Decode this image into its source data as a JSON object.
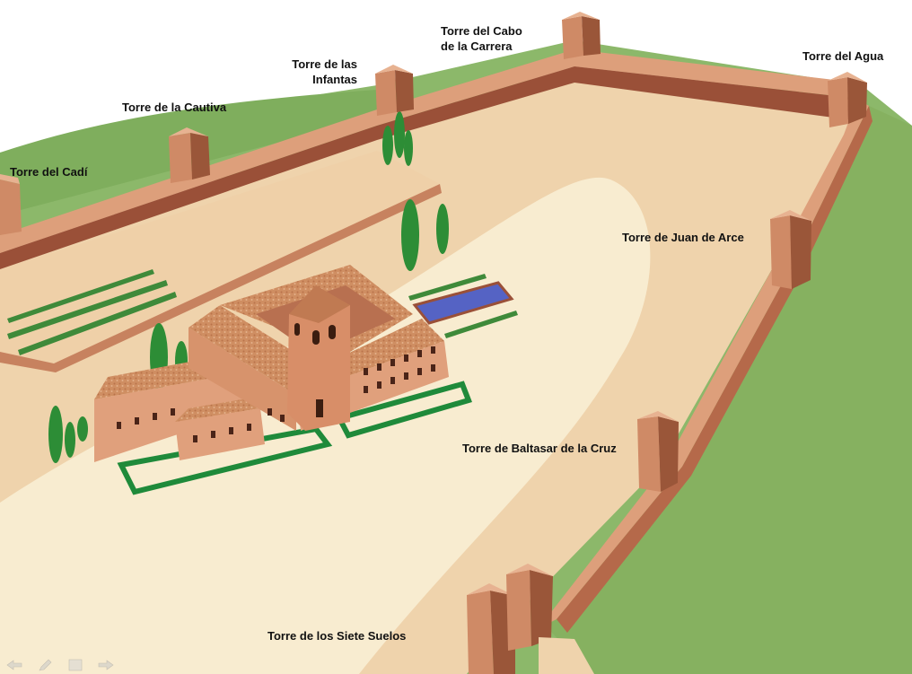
{
  "towers": {
    "cadi": "Torre del Cadí",
    "cautiva": "Torre de la Cautiva",
    "infantas_line1": "Torre de las",
    "infantas_line2": "Infantas",
    "cabo_line1": "Torre del Cabo",
    "cabo_line2": "de la Carrera",
    "agua": "Torre del Agua",
    "juan_arce": "Torre de Juan de Arce",
    "baltasar": "Torre de Baltasar de la Cruz",
    "siete_suelos": "Torre de los Siete Suelos"
  },
  "colors": {
    "grass": "#8cb86a",
    "ground": "#efd3ac",
    "path": "#f8ecd0",
    "wall_top": "#dd9f7b",
    "wall_side": "#9a5038",
    "tower": "#cf8a66",
    "tower_dark": "#9a5639",
    "building": "#e0a07c",
    "roof": "#cc8a5c",
    "hedge": "#1f8a3a",
    "pool": "#5563c4",
    "cypress": "#2d8d36"
  },
  "nav": {
    "prev_icon": "arrow-left-icon",
    "edit_icon": "pencil-icon",
    "menu_icon": "slides-icon",
    "next_icon": "arrow-right-icon"
  }
}
